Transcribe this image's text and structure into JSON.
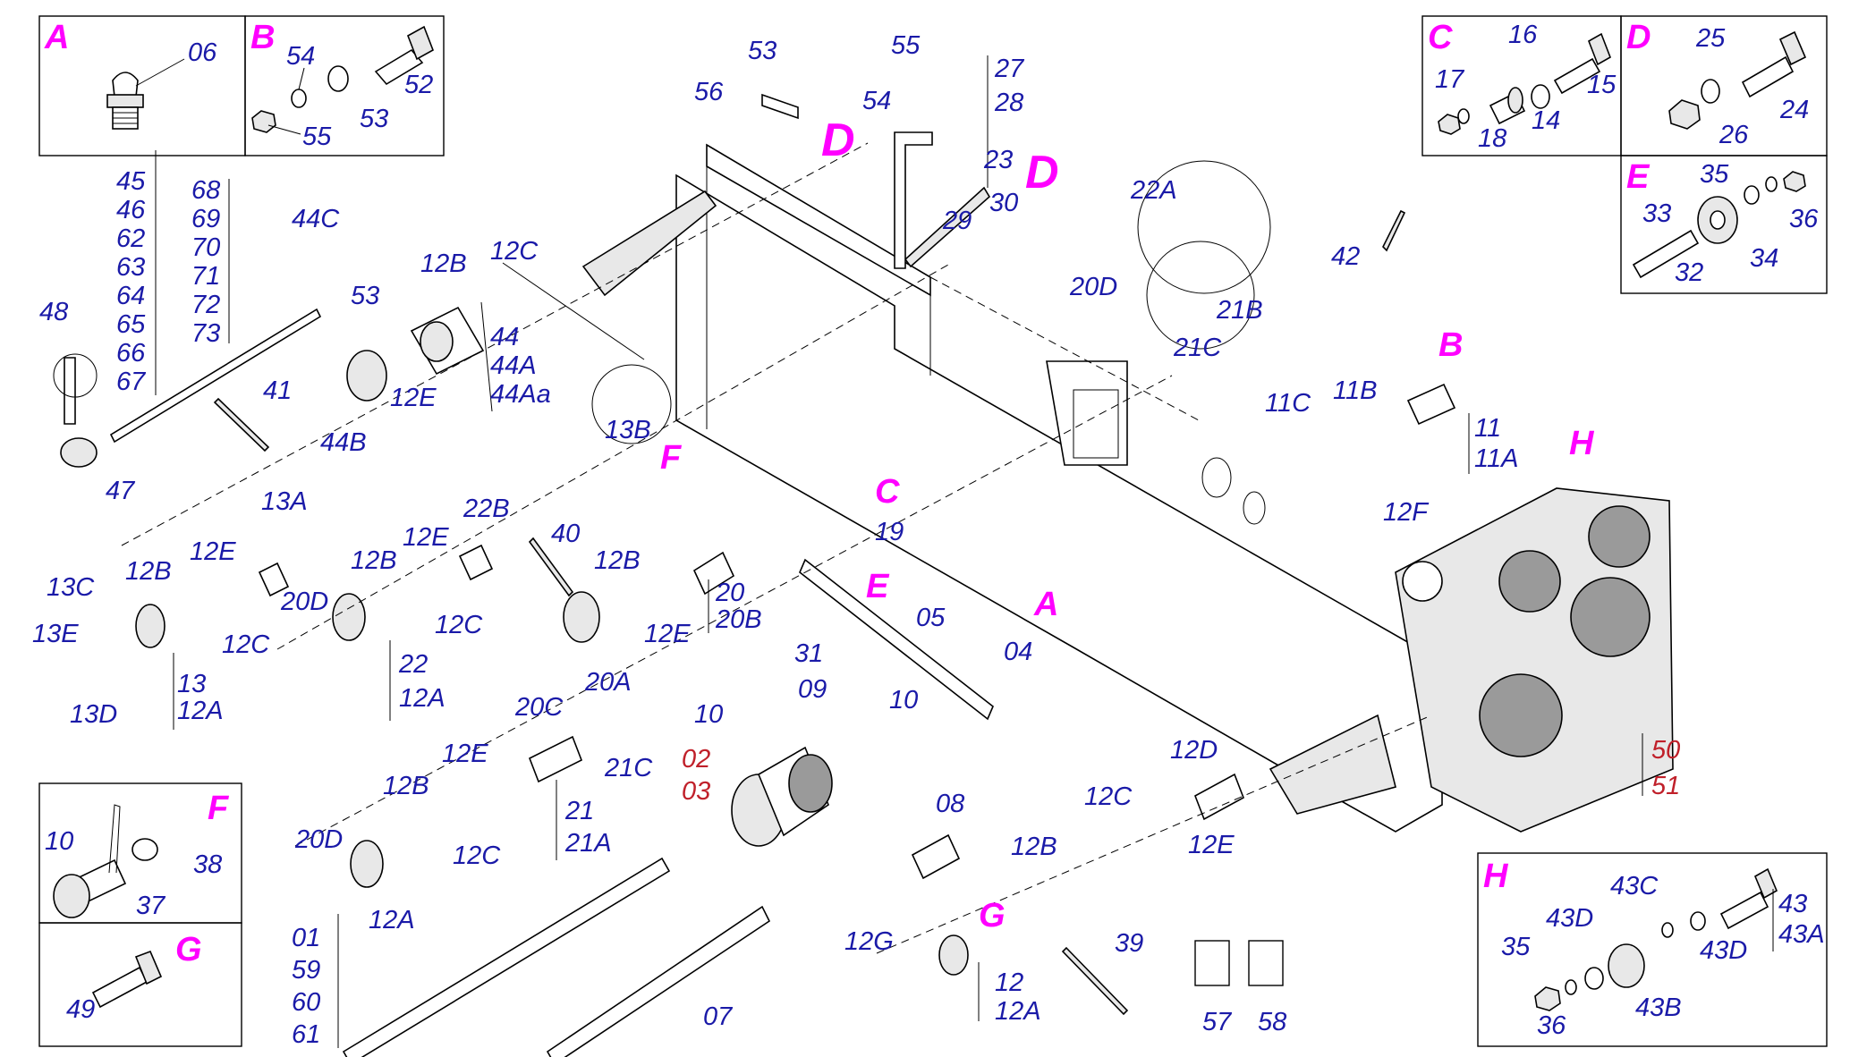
{
  "diagram": {
    "inset_boxes": [
      {
        "letter": "A",
        "labels": [
          "06"
        ]
      },
      {
        "letter": "B",
        "labels": [
          "54",
          "52",
          "53",
          "55"
        ]
      },
      {
        "letter": "C",
        "labels": [
          "16",
          "17",
          "15",
          "14",
          "18"
        ]
      },
      {
        "letter": "D",
        "labels": [
          "25",
          "24",
          "26"
        ]
      },
      {
        "letter": "E",
        "labels": [
          "35",
          "33",
          "36",
          "32",
          "34"
        ]
      },
      {
        "letter": "F",
        "labels": [
          "10",
          "38",
          "37"
        ]
      },
      {
        "letter": "G",
        "labels": [
          "49"
        ]
      },
      {
        "letter": "H",
        "labels": [
          "43C",
          "43D",
          "43",
          "43A",
          "35",
          "43D",
          "36",
          "43B"
        ]
      }
    ],
    "group_labels": {
      "shaft_45": [
        "45",
        "46",
        "62",
        "63",
        "64",
        "65",
        "66",
        "67"
      ],
      "shaft_68": [
        "68",
        "69",
        "70",
        "71",
        "72",
        "73"
      ],
      "bearing_44": [
        "44",
        "44A",
        "44Aa"
      ],
      "bracket_27": [
        "27",
        "28"
      ],
      "flange_11": [
        "11",
        "11A"
      ],
      "sprocket_13": [
        "13",
        "12A"
      ],
      "sprocket_22": [
        "22",
        "12A"
      ],
      "sprocket_20": [
        "20",
        "20B"
      ],
      "spacer_21": [
        "21",
        "21A"
      ],
      "assembly_50": [
        "50",
        "51"
      ],
      "shaft_01": [
        "01",
        "59",
        "60",
        "61"
      ],
      "sprocket_12": [
        "12",
        "12A"
      ],
      "clutch_02": [
        "02",
        "03"
      ]
    },
    "callouts": {
      "c48": "48",
      "c47": "47",
      "c44C": "44C",
      "c53a": "53",
      "c12Ba": "12B",
      "c12Ca": "12C",
      "c12Ea": "12E",
      "c44B": "44B",
      "c41": "41",
      "c13B": "13B",
      "c53b": "53",
      "c55": "55",
      "c56": "56",
      "c54": "54",
      "c23": "23",
      "c29": "29",
      "c30": "30",
      "c22A": "22A",
      "c20Da": "20D",
      "c21B": "21B",
      "c21Ca": "21C",
      "c42": "42",
      "c11C": "11C",
      "c11B": "11B",
      "c12F": "12F",
      "c19": "19",
      "c05": "05",
      "c04": "04",
      "c13A": "13A",
      "c22B": "22B",
      "c12Eb": "12E",
      "c12Bb": "12B",
      "c12Ec": "12E",
      "c13C": "13C",
      "c12Bc": "12B",
      "c12Cb": "12C",
      "c13E": "13E",
      "c13D": "13D",
      "c20Db": "20D",
      "c12Cc": "12C",
      "c40": "40",
      "c12Bd": "12B",
      "c12Ed": "12E",
      "c20C": "20C",
      "c20A": "20A",
      "c31": "31",
      "c10a": "10",
      "c09": "09",
      "c10b": "10",
      "c21Cb": "21C",
      "c12Ee": "12E",
      "c12Be": "12B",
      "c20Dc": "20D",
      "c12Cd": "12C",
      "c12Aa": "12A",
      "c08": "08",
      "c12D": "12D",
      "c12Ce": "12C",
      "c12Ef": "12E",
      "c12Bf": "12B",
      "c12G": "12G",
      "c39": "39",
      "c57": "57",
      "c58": "58",
      "c07": "07"
    },
    "letter_refs": {
      "D1": "D",
      "D2": "D",
      "F": "F",
      "C": "C",
      "E": "E",
      "A": "A",
      "B": "B",
      "H": "H",
      "G": "G"
    }
  }
}
